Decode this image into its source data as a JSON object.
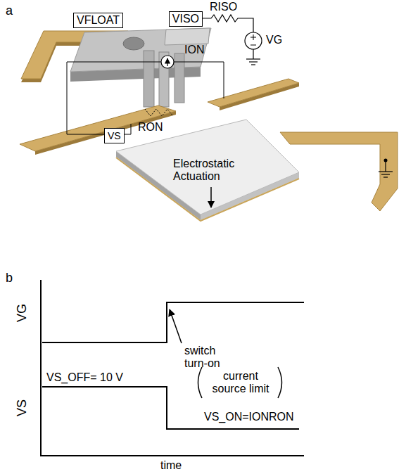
{
  "diagram": {
    "nodes": [
      {
        "text": [
          "VFLOAT"
        ]
      },
      {
        "text": [
          "VISO"
        ]
      },
      {
        "text": [
          "VS"
        ]
      }
    ],
    "labels": [
      "a",
      "RISO",
      "VG",
      "ION",
      "RON",
      "Electrostatic Actuation",
      "b",
      "VG",
      "switch turn-on",
      "VS_OFF= 10 V",
      "current source limit",
      "VS_ON=IONRON",
      "VS",
      "time"
    ]
  }
}
